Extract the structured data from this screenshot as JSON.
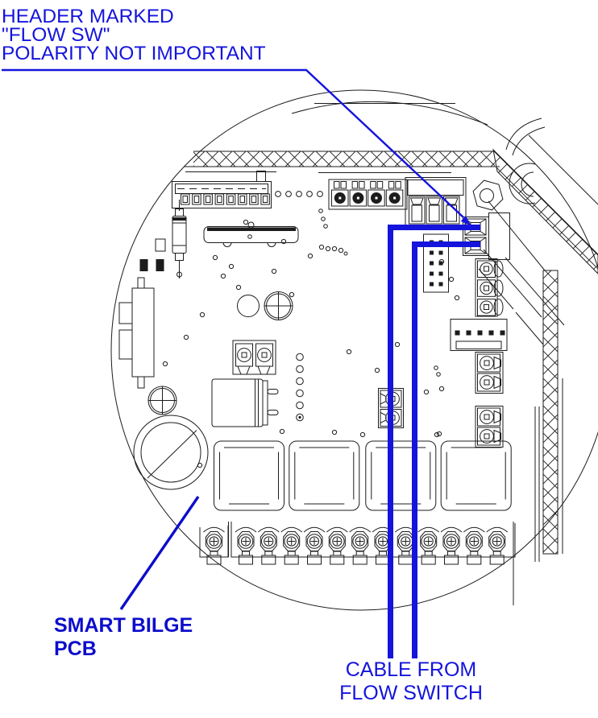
{
  "figure": {
    "annotations": {
      "header_note": {
        "line1": "HEADER MARKED",
        "line2": "\"FLOW SW\"",
        "line3": "POLARITY NOT IMPORTANT"
      },
      "pcb_label": {
        "line1": "SMART BILGE",
        "line2": "PCB"
      },
      "cable_label": {
        "line1": "CABLE FROM",
        "line2": "FLOW SWITCH"
      }
    },
    "colors": {
      "annotation_blue": "#1414dd",
      "pcb_label_blue": "#0d0dcc",
      "line_art_black": "#1c1c1c",
      "background": "#ffffff"
    }
  }
}
